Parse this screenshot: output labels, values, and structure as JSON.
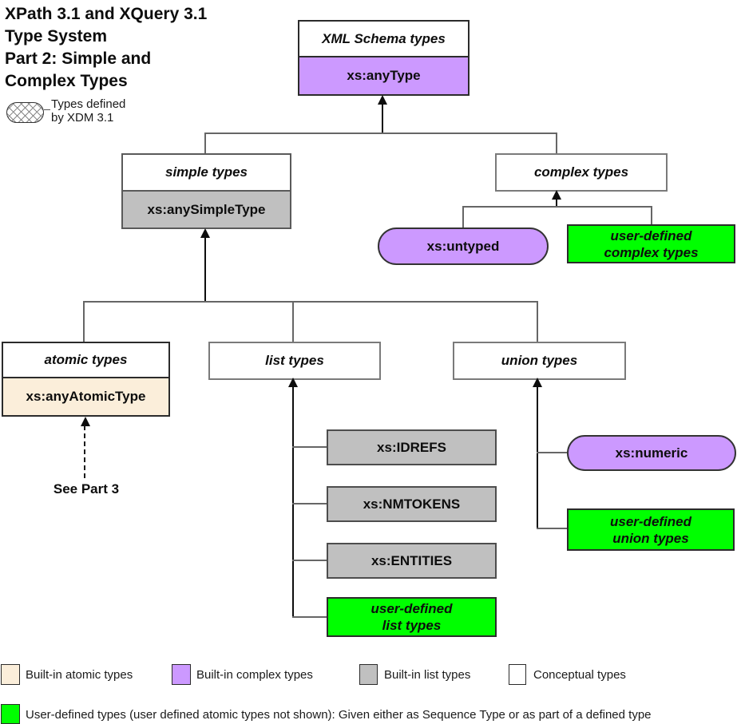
{
  "title": "XPath 3.1 and XQuery 3.1\nType System\nPart 2: Simple and\nComplex Types",
  "xdm_legend": {
    "label": "Types defined\nby XDM 3.1"
  },
  "diagram": {
    "xml_schema_types": {
      "header": "XML Schema types",
      "builtin": "xs:anyType"
    },
    "simple_types": {
      "header": "simple types",
      "builtin": "xs:anySimpleType"
    },
    "complex_types": {
      "header": "complex types"
    },
    "xs_untyped": "xs:untyped",
    "user_defined_complex": "user-defined\ncomplex types",
    "atomic_types": {
      "header": "atomic types",
      "builtin": "xs:anyAtomicType"
    },
    "list_types": {
      "header": "list types"
    },
    "union_types": {
      "header": "union types"
    },
    "see_part_3": "See Part 3",
    "list_children": [
      "xs:IDREFS",
      "xs:NMTOKENS",
      "xs:ENTITIES"
    ],
    "user_defined_list": "user-defined\nlist types",
    "xs_numeric": "xs:numeric",
    "user_defined_union": "user-defined\nunion types"
  },
  "legend": {
    "builtin_atomic": {
      "label": "Built-in atomic types",
      "color": "#FBEEDA"
    },
    "builtin_complex": {
      "label": "Built-in complex types",
      "color": "#CC99FF"
    },
    "builtin_list": {
      "label": "Built-in list types",
      "color": "#C0C0C0"
    },
    "conceptual": {
      "label": "Conceptual types",
      "color": "#FFFFFF"
    },
    "user_defined": {
      "label": "User-defined types (user defined atomic types not shown):  Given either as Sequence Type or as part of a defined type",
      "color": "#00FF00"
    }
  }
}
